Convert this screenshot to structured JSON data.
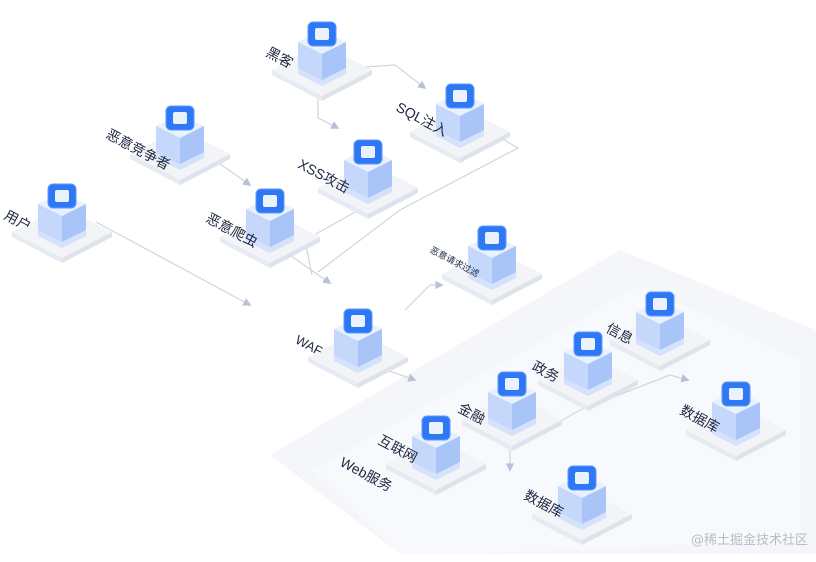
{
  "nodes": {
    "hacker": "黑客",
    "sqli": "SQL注入",
    "malicious_competitor": "恶意竞争者",
    "xss": "XSS攻击",
    "user": "用户",
    "malicious_crawler": "恶意爬虫",
    "malicious_filter": "恶意请求过滤",
    "waf": "WAF",
    "info": "信息",
    "gov": "政务",
    "finance": "金融",
    "database_1": "数据库",
    "internet": "互联网",
    "web_service": "Web服务",
    "database_2": "数据库"
  },
  "watermark": "@稀土掘金技术社区",
  "colors": {
    "accent": "#2f78f5",
    "cube_top": "#e9f1ff",
    "line": "#c9cfd9",
    "arrow": "#b7c2d6",
    "platform": "#f3f5f9"
  }
}
